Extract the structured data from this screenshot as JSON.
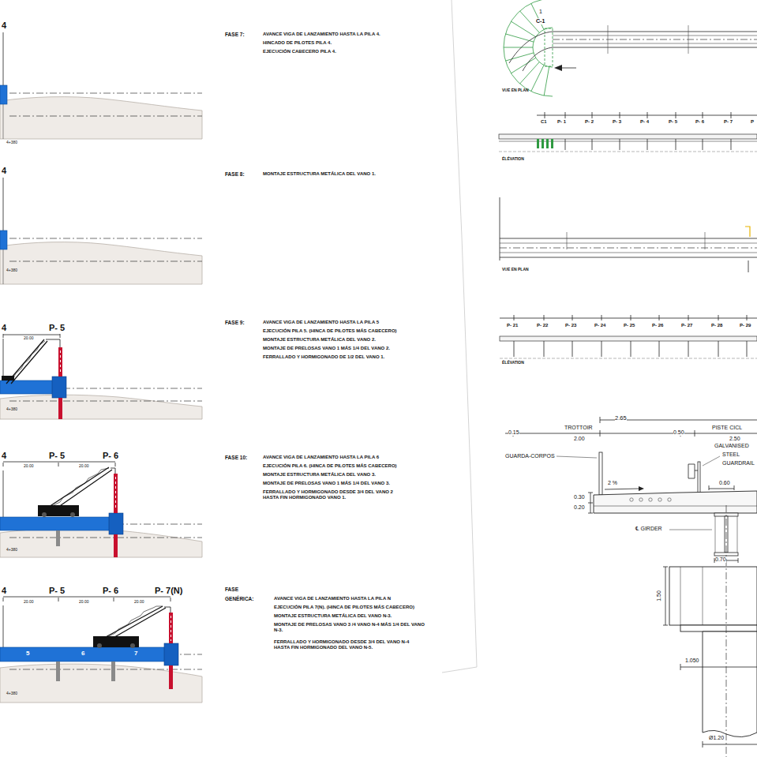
{
  "diagram": {
    "labels": [
      "4",
      "4+380",
      "FASE 7:",
      "AVANCE VIGA DE LANZAMIENTO HASTA LA PILA 4.",
      "HINCADO DE PILOTES PILA 4.",
      "EJECUCIÓN CABECERO PILA 4.",
      "4",
      "4+380",
      "FASE 8:",
      "MONTAJE ESTRUCTURA METÁLICA DEL VANO 1.",
      "4",
      "20.00",
      "P- 5",
      "4+380",
      "FASE 9:",
      "AVANCE VIGA DE LANZAMIENTO HASTA LA PILA 5",
      "EJECUCIÓN PILA 5. (HINCA DE PILOTES MÁS CABECERO)",
      "MONTAJE ESTRUCTURA METÁLICA DEL VANO 2.",
      "MONTAJE DE PRELOSAS VANO 1 MÁS 1/4 DEL VANO 2.",
      "FERRALLADO Y HORMIGONADO DE 1/2 DEL VANO 1.",
      "4",
      "20.00",
      "P- 5",
      "20.00",
      "P- 6",
      "4+380",
      "FASE 10:",
      "AVANCE VIGA DE LANZAMIENTO HASTA LA PILA 6",
      "EJECUCIÓN PILA 6. (HINCA DE PILOTES MÁS CABECERO)",
      "MONTAJE ESTRUCTURA METÁLICA DEL VANO 3.",
      "MONTAJE DE PRELOSAS VANO 1 MÁS 1/4 DEL VANO 3.",
      "FERRALLADO Y HORMIGONADO DESDE 3/4 DEL VANO 2 HASTA FIN HORMIGONADO VANO 1.",
      "4",
      "20.00",
      "P- 5",
      "20.00",
      "P- 6",
      "20.00",
      "P- 7(N)",
      "5",
      "6",
      "7",
      "4+380",
      "FASE",
      "GENÉRICA:",
      "AVANCE VIGA DE LANZAMIENTO HASTA LA PILA N",
      "EJECUCIÓN PILA 7(N). (HINCA DE PILOTES MÁS CABECERO)",
      "MONTAJE ESTRUCTURA METÁLICA DEL VANO N-3.",
      "MONTAJE DE PRELOSAS VANO 3 /4 VANO N-4 MÁS 1/4 DEL VANO N-3.",
      "FERRALLADO Y HORMIGONADO DESDE 3/4 DEL VANO N-4 HASTA FIN HORMIGONADO DEL VANO N-5.",
      "1",
      "C-1",
      "VUE EN PLAN",
      "C1",
      "P- 1",
      "P- 2",
      "P- 3",
      "P- 4",
      "P- 5",
      "P- 6",
      "P- 7",
      "P",
      "ÉLÉVATION",
      "VUE EN PLAN",
      "P- 21",
      "P- 22",
      "P- 23",
      "P- 24",
      "P- 25",
      "P- 26",
      "P- 27",
      "P- 28",
      "P- 29",
      "ÉLÉVATION",
      "2.65",
      "0.15",
      "TROTTOIR",
      "2.00",
      "0.50",
      "PISTE CICL",
      "2.50",
      "GUARDA-CORPOS",
      "GALVANISED",
      "STEEL",
      "GUARDRAIL",
      "2 %",
      "0.60",
      "0.30",
      "0.20",
      "℄ GIRDER",
      "0.70",
      "1.50",
      "1.050",
      "Ø1.20"
    ]
  }
}
